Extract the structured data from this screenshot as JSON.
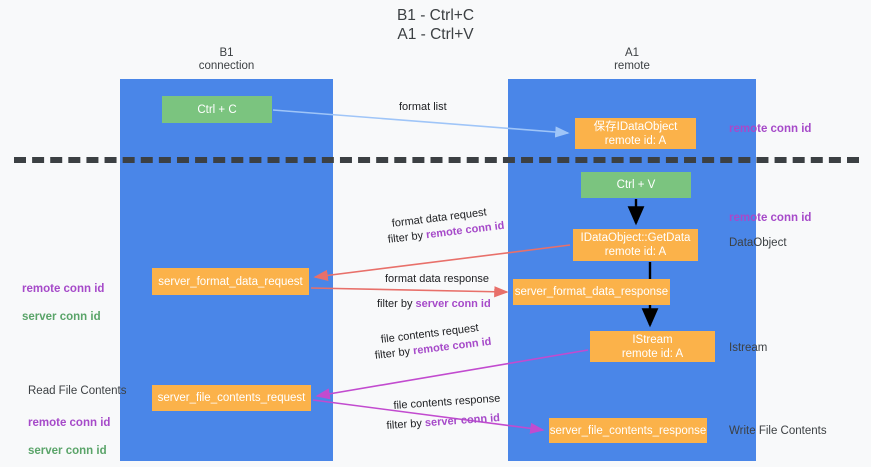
{
  "title": "B1 - Ctrl+C\nA1 - Ctrl+V",
  "lanes": [
    {
      "name": "b1",
      "title": "B1\nconnection",
      "color": "#4a86e8"
    },
    {
      "name": "a1",
      "title": "A1\nremote",
      "color": "#4a86e8"
    }
  ],
  "colors": {
    "lane": "#4a86e8",
    "green_node": "#7bc47f",
    "orange_node": "#fbb24a",
    "purple_text": "#a64ac9",
    "green_text": "#5aa469",
    "dark_text": "#3c4043",
    "blue_arrow": "#9fc5f8",
    "red_arrow": "#e8706a",
    "magenta_arrow": "#c24bcf",
    "black_arrow": "#000000",
    "background": "#f8f9fa"
  },
  "nodes": {
    "ctrl_c": "Ctrl + C",
    "save_idataobject": "保存IDataObject\nremote id: A",
    "ctrl_v": "Ctrl + V",
    "getdata": "IDataObject::GetData\nremote id: A",
    "server_format_data_request": "server_format_data_request",
    "server_format_data_response": "server_format_data_response",
    "istream": "IStream\nremote id: A",
    "server_file_contents_request": "server_file_contents_request",
    "server_file_contents_response": "server_file_contents_response"
  },
  "annotations": {
    "remote_conn_id_top": "remote conn id",
    "remote_conn_id_mid": "remote conn id",
    "dataobject": "DataObject",
    "istream": "Istream",
    "write_file_contents": "Write File Contents",
    "read_file_contents": "Read File Contents",
    "left_remote_conn_id_1": "remote conn id",
    "left_server_conn_id_1": "server conn id",
    "left_remote_conn_id_2": "remote conn id",
    "left_server_conn_id_2": "server conn id"
  },
  "edges": {
    "format_list": "format list",
    "format_data_request": "format data request",
    "format_data_request_filter_prefix": "filter by ",
    "format_data_request_filter_key": "remote conn id",
    "format_data_response": "format data response",
    "format_data_response_filter_prefix": "filter by ",
    "format_data_response_filter_key": "server conn id",
    "file_contents_request": "file contents request",
    "file_contents_request_filter_prefix": "filter by ",
    "file_contents_request_filter_key": "remote conn id",
    "file_contents_response": "file contents response",
    "file_contents_response_filter_prefix": "filter by ",
    "file_contents_response_filter_key": "server conn id"
  }
}
